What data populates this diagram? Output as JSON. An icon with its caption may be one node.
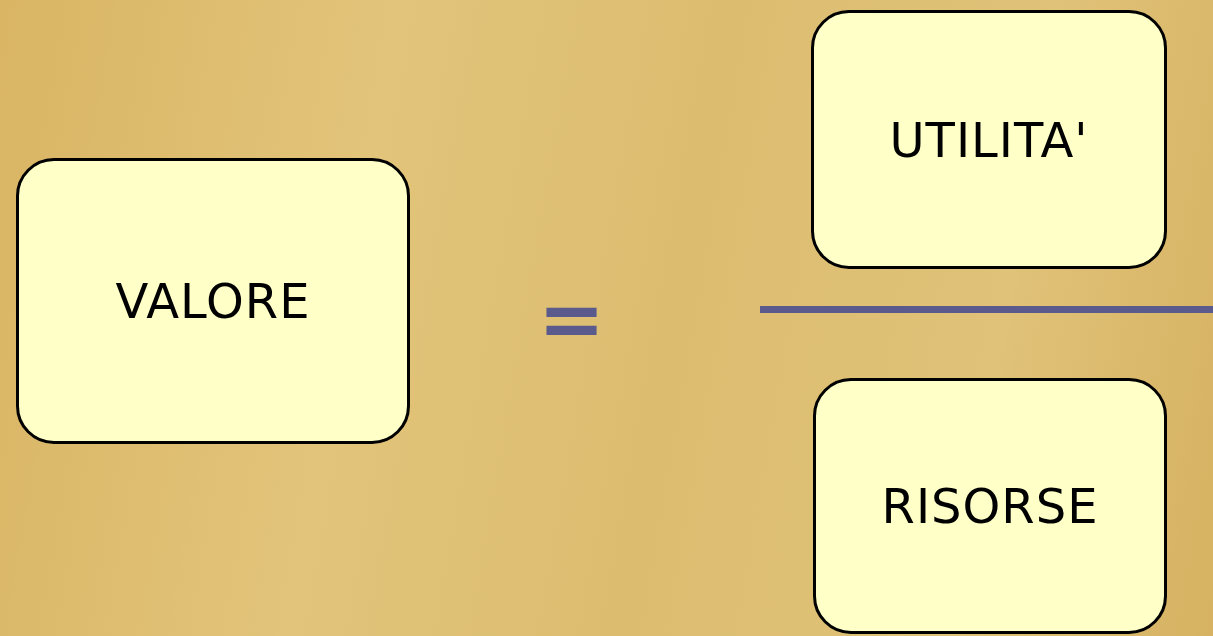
{
  "diagram": {
    "nodes": [
      {
        "text": [
          "VALORE"
        ]
      },
      {
        "text": [
          "UTILITA'"
        ]
      },
      {
        "text": [
          "RISORSE"
        ]
      }
    ],
    "labels": [
      "="
    ]
  }
}
